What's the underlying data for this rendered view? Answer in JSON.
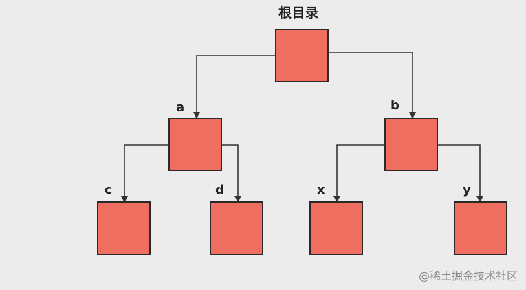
{
  "diagram": {
    "root": {
      "label": "根目录"
    },
    "level1": [
      {
        "label": "a"
      },
      {
        "label": "b"
      }
    ],
    "level2": [
      {
        "label": "c"
      },
      {
        "label": "d"
      },
      {
        "label": "x"
      },
      {
        "label": "y"
      }
    ]
  },
  "watermark": "@稀土掘金技术社区",
  "colors": {
    "node_fill": "#f06e5f",
    "node_border": "#2a2a2a",
    "edge": "#333333",
    "background": "#ececec"
  }
}
